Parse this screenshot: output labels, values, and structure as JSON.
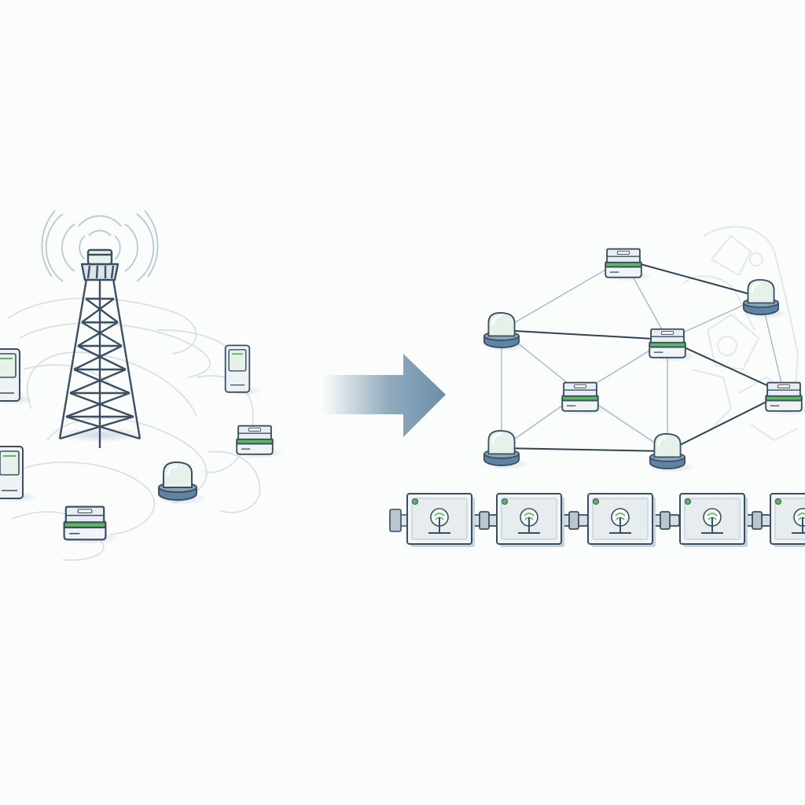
{
  "colors": {
    "background": "#fbfcfc",
    "outline": "#3a4f63",
    "steel_blue": "#5f84a3",
    "mint": "#e6f2e9",
    "green_accent": "#5cb85c",
    "light_gray": "#dde3e8",
    "arrow": "#6d8ea8",
    "faint_sketch": "#d7dde2"
  },
  "left_scene": {
    "centralized_hub": {
      "icon": "radio-tower-icon",
      "signal_waves": 3
    },
    "scattered_devices": [
      {
        "icon": "handheld-device-icon"
      },
      {
        "icon": "handheld-device-icon"
      },
      {
        "icon": "handheld-device-icon"
      },
      {
        "icon": "stacked-server-icon"
      },
      {
        "icon": "stacked-server-icon"
      },
      {
        "icon": "dome-node-icon"
      }
    ]
  },
  "transition_arrow": {
    "icon": "right-arrow-icon"
  },
  "right_scene": {
    "mesh_nodes": [
      {
        "id": "n1",
        "icon": "stacked-server-icon"
      },
      {
        "id": "n2",
        "icon": "dome-node-icon"
      },
      {
        "id": "n3",
        "icon": "dome-node-icon"
      },
      {
        "id": "n4",
        "icon": "stacked-server-icon"
      },
      {
        "id": "n5",
        "icon": "stacked-server-icon"
      },
      {
        "id": "n6",
        "icon": "stacked-server-icon"
      },
      {
        "id": "n7",
        "icon": "dome-node-icon"
      },
      {
        "id": "n8",
        "icon": "dome-node-icon"
      }
    ],
    "mesh_links": [
      [
        "n1",
        "n2"
      ],
      [
        "n1",
        "n4"
      ],
      [
        "n1",
        "n3"
      ],
      [
        "n2",
        "n4"
      ],
      [
        "n2",
        "n7"
      ],
      [
        "n2",
        "n5"
      ],
      [
        "n4",
        "n3"
      ],
      [
        "n4",
        "n6"
      ],
      [
        "n4",
        "n5"
      ],
      [
        "n4",
        "n8"
      ],
      [
        "n3",
        "n6"
      ],
      [
        "n5",
        "n7"
      ],
      [
        "n5",
        "n8"
      ],
      [
        "n7",
        "n8"
      ],
      [
        "n8",
        "n6"
      ]
    ],
    "block_chain": [
      {
        "icon": "tree-icon"
      },
      {
        "icon": "tree-icon"
      },
      {
        "icon": "tree-icon"
      },
      {
        "icon": "tree-icon"
      },
      {
        "icon": "tree-icon"
      }
    ]
  }
}
